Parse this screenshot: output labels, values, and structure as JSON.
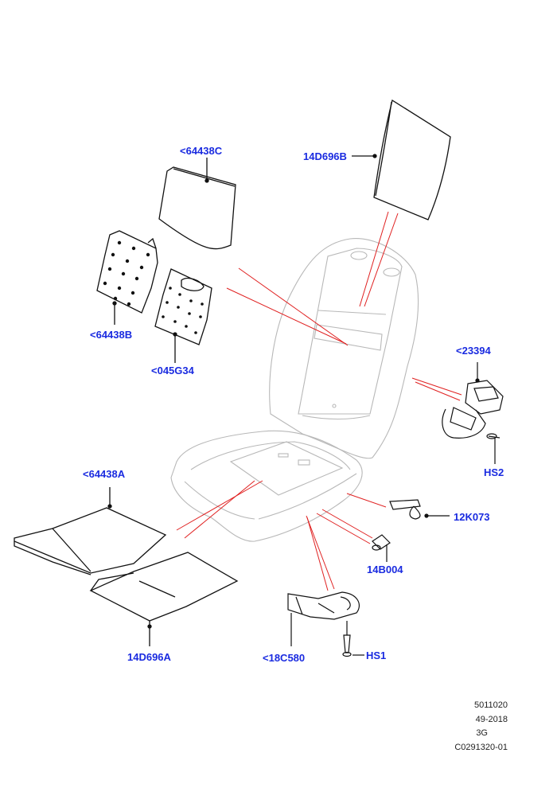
{
  "callouts": {
    "c_64438c": "<64438C",
    "c_14d696b": "14D696B",
    "c_64438b": "<64438B",
    "c_045g34": "<045G34",
    "c_23394": "<23394",
    "hs2": "HS2",
    "c_64438a": "<64438A",
    "c_12k073": "12K073",
    "c_14b004": "14B004",
    "c_14d696a": "14D696A",
    "c_18c580": "<18C580",
    "hs1": "HS1"
  },
  "footer": {
    "line1": "5011020",
    "line2": "49-2018",
    "line3": "3G",
    "line4": "C0291320-01"
  },
  "colors": {
    "callout_text": "#1a2be0",
    "leader_line": "#e02020",
    "seat_outline": "#b8b8b8",
    "part_outline": "#111111"
  }
}
